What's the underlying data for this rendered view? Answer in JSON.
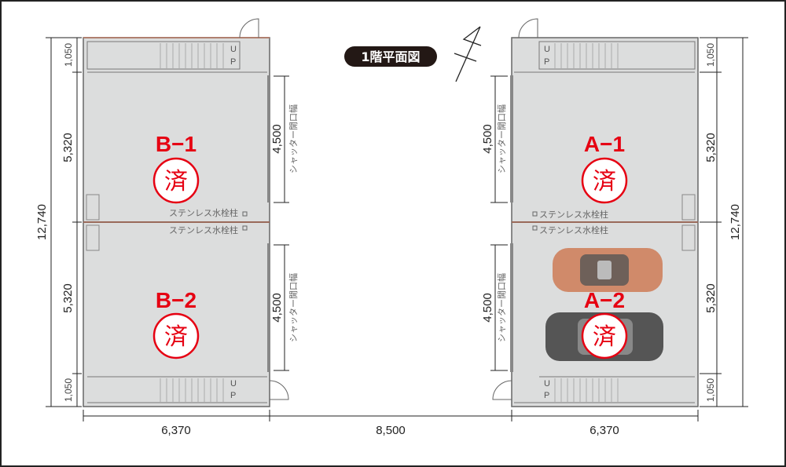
{
  "title": "1階平面図",
  "units": [
    {
      "name": "B−1",
      "status": "済"
    },
    {
      "name": "B−2",
      "status": "済"
    },
    {
      "name": "A−1",
      "status": "済"
    },
    {
      "name": "A−2",
      "status": "済"
    }
  ],
  "dimensions": {
    "total_height": "12,740",
    "stair": "1,050",
    "unit_depth": "5,320",
    "shutter_width": "4,500",
    "building_width": "6,370",
    "gap_width": "8,500"
  },
  "labels": {
    "shutter": "シャッター開口幅",
    "faucet": "ステンレス水栓柱",
    "up": "UP"
  },
  "colors": {
    "accent": "#e60012",
    "floor": "#dcdddd",
    "title_bg": "#231815"
  }
}
